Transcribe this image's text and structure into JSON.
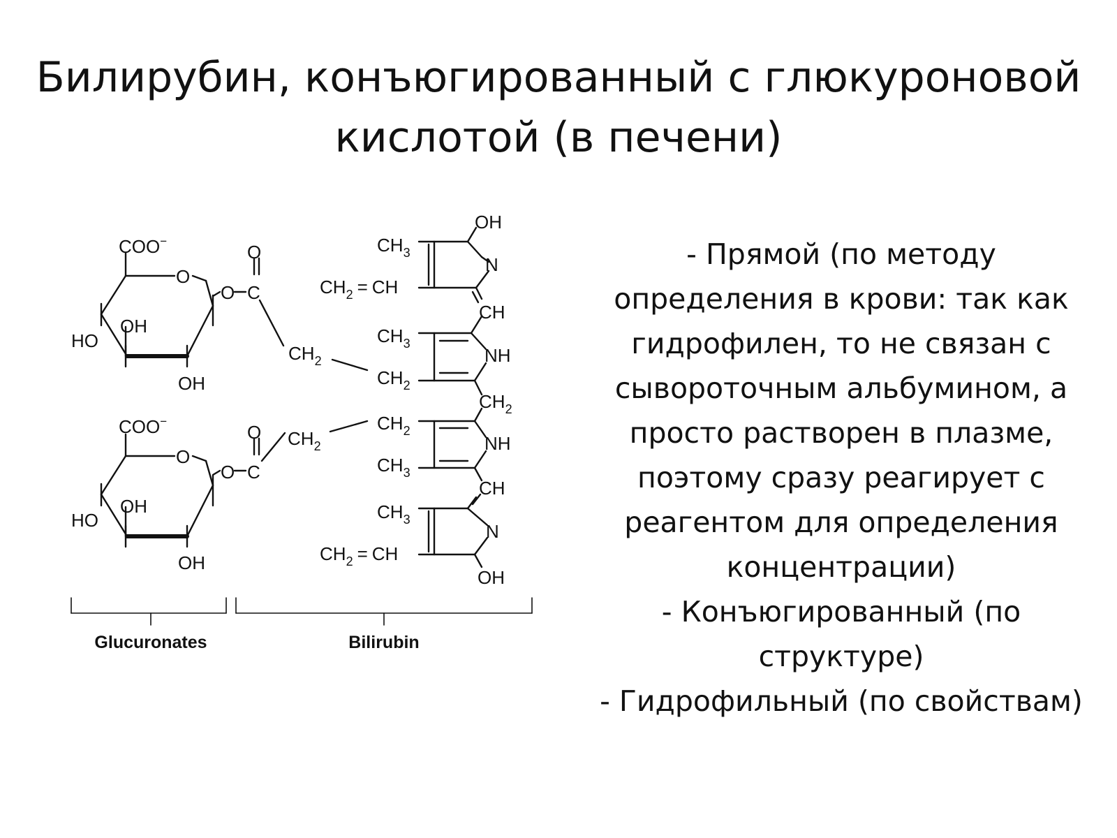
{
  "title": {
    "line1": "Билирубин, конъюгированный с глюкуроновой",
    "line2": "кислотой (в печени)"
  },
  "diagram": {
    "coo_label": "COO",
    "coo_charge": "−",
    "ring_o": "O",
    "ester_o": "O",
    "carbon": "C",
    "carbonyl_o": "O",
    "ho": "HO",
    "oh": "OH",
    "ch3": "CH",
    "sub3": "3",
    "ch2": "CH",
    "sub2": "2",
    "ch": "CH",
    "n": "N",
    "nh": "NH",
    "eq": "=",
    "glucuronates_label": "Glucuronates",
    "bilirubin_label": "Bilirubin"
  },
  "description": {
    "lines": [
      "- Прямой (по методу",
      "определения в крови: так как",
      "гидрофилен, то не связан с",
      "сывороточным альбумином, а",
      "просто растворен в плазме,",
      "поэтому сразу реагирует с",
      "реагентом для определения",
      "концентрации)",
      "- Конъюгированный (по",
      "структуре)",
      "- Гидрофильный (по свойствам)"
    ]
  }
}
